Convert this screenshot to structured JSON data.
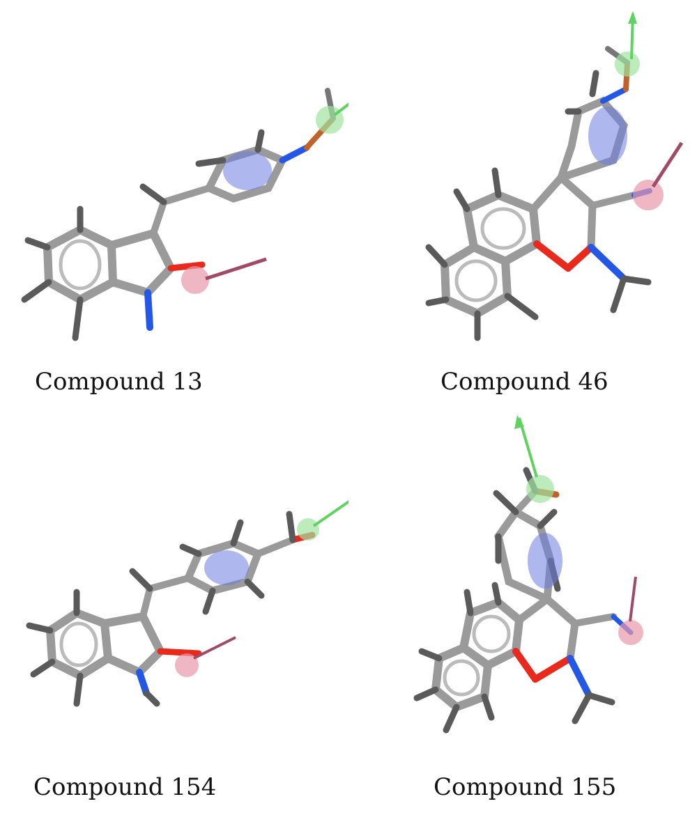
{
  "figure": {
    "panels": [
      {
        "id": "p13",
        "caption": "Compound 13"
      },
      {
        "id": "p46",
        "caption": "Compound 46"
      },
      {
        "id": "p154",
        "caption": "Compound 154"
      },
      {
        "id": "p155",
        "caption": "Compound 155"
      }
    ],
    "colors": {
      "carbon": "#9a9a9a",
      "carbon_dark": "#555555",
      "hydrogen": "#5a5a5a",
      "oxygen": "#e8291c",
      "nitrogen": "#2457e6",
      "aromatic_feature": "#6b7de0",
      "acceptor_feature": "#e899aa",
      "acceptor_arrow": "#a04a66",
      "donor_feature": "#9fe39f",
      "donor_arrow": "#5fd35f",
      "alkyl": "#c0622a"
    }
  }
}
